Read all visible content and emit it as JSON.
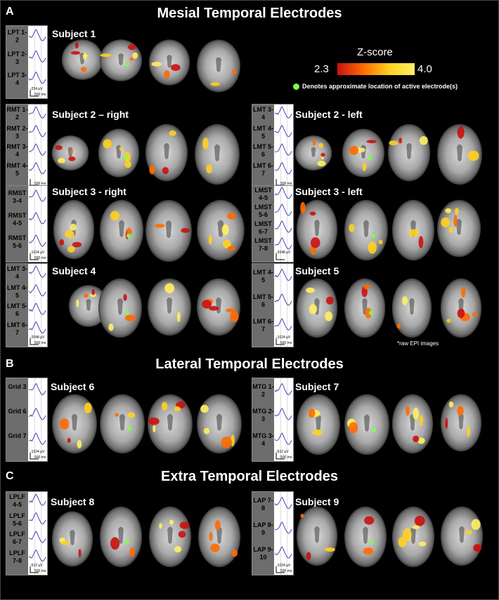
{
  "sections": {
    "a": {
      "letter": "A",
      "title": "Mesial Temporal Electrodes"
    },
    "b": {
      "letter": "B",
      "title": "Lateral Temporal Electrodes"
    },
    "c": {
      "letter": "C",
      "title": "Extra Temporal Electrodes"
    }
  },
  "legend": {
    "title": "Z-score",
    "min": "2.3",
    "max": "4.0",
    "dot_note": "Denotes approximate location of active electrode(s)",
    "colors": [
      "#cc1010",
      "#ff6a00",
      "#ffd020",
      "#fff060"
    ],
    "dot_color": "#7dff4a"
  },
  "raw_epi_note": "*raw EPI images",
  "panels": [
    {
      "subject": "Subject 1",
      "channels": [
        "LPT 1-2",
        "LPT 2-3",
        "LPT 3-4"
      ],
      "scale_v": "-254 µV",
      "scale_t": "500 ms"
    },
    {
      "subject": "Subject 2 – right",
      "channels": [
        "RMT 1-2",
        "RMT 2-3",
        "RMT 3-4",
        "RMT 4-5"
      ],
      "scale_v": "",
      "scale_t": "500 ms"
    },
    {
      "subject": "Subject 2 - left",
      "channels": [
        "LMT 3-4",
        "LMT 4-5",
        "LMT 5-6",
        "LMT 6-7"
      ],
      "scale_v": "",
      "scale_t": "500 ms"
    },
    {
      "subject": "Subject 3 - right",
      "channels": [
        "RMST 3-4",
        "RMST 4-5",
        "RMST 5-6"
      ],
      "scale_v": "-1024 µV",
      "scale_t": "500 ms"
    },
    {
      "subject": "Subject 3 - left",
      "channels": [
        "LMST 4-5",
        "LMST 5-6",
        "LMST 6-7",
        "LMST 7-8"
      ],
      "scale_v": "-2048 µV",
      "scale_t": ""
    },
    {
      "subject": "Subject 4",
      "channels": [
        "LMT 3-4",
        "LMT 4-5",
        "LMT 5-6",
        "LMT 6-7"
      ],
      "scale_v": "-2048 µV",
      "scale_t": "500 ms"
    },
    {
      "subject": "Subject 5",
      "channels": [
        "LMT 4-5",
        "LMT 5-6",
        "LMT 6-7"
      ],
      "scale_v": "-1024 µV",
      "scale_t": "500 ms"
    },
    {
      "subject": "Subject 6",
      "channels": [
        "Grid 3",
        "Grid 6",
        "Grid 7"
      ],
      "scale_v": "-1024 µV",
      "scale_t": "500 ms"
    },
    {
      "subject": "Subject 7",
      "channels": [
        "MTG 1-2",
        "MTG 2-3",
        "MTG 3-4"
      ],
      "scale_v": "-512 µV",
      "scale_t": "500 ms"
    },
    {
      "subject": "Subject 8",
      "channels": [
        "LPLF 4-5",
        "LPLF 5-6",
        "LPLF 6-7",
        "LPLF 7-8"
      ],
      "scale_v": "-512 µV",
      "scale_t": "500 ms"
    },
    {
      "subject": "Subject 9",
      "channels": [
        "LAP 7-8",
        "LAP 8-9",
        "LAP 9-10"
      ],
      "scale_v": "-1024 µV",
      "scale_t": "500 ms"
    }
  ]
}
